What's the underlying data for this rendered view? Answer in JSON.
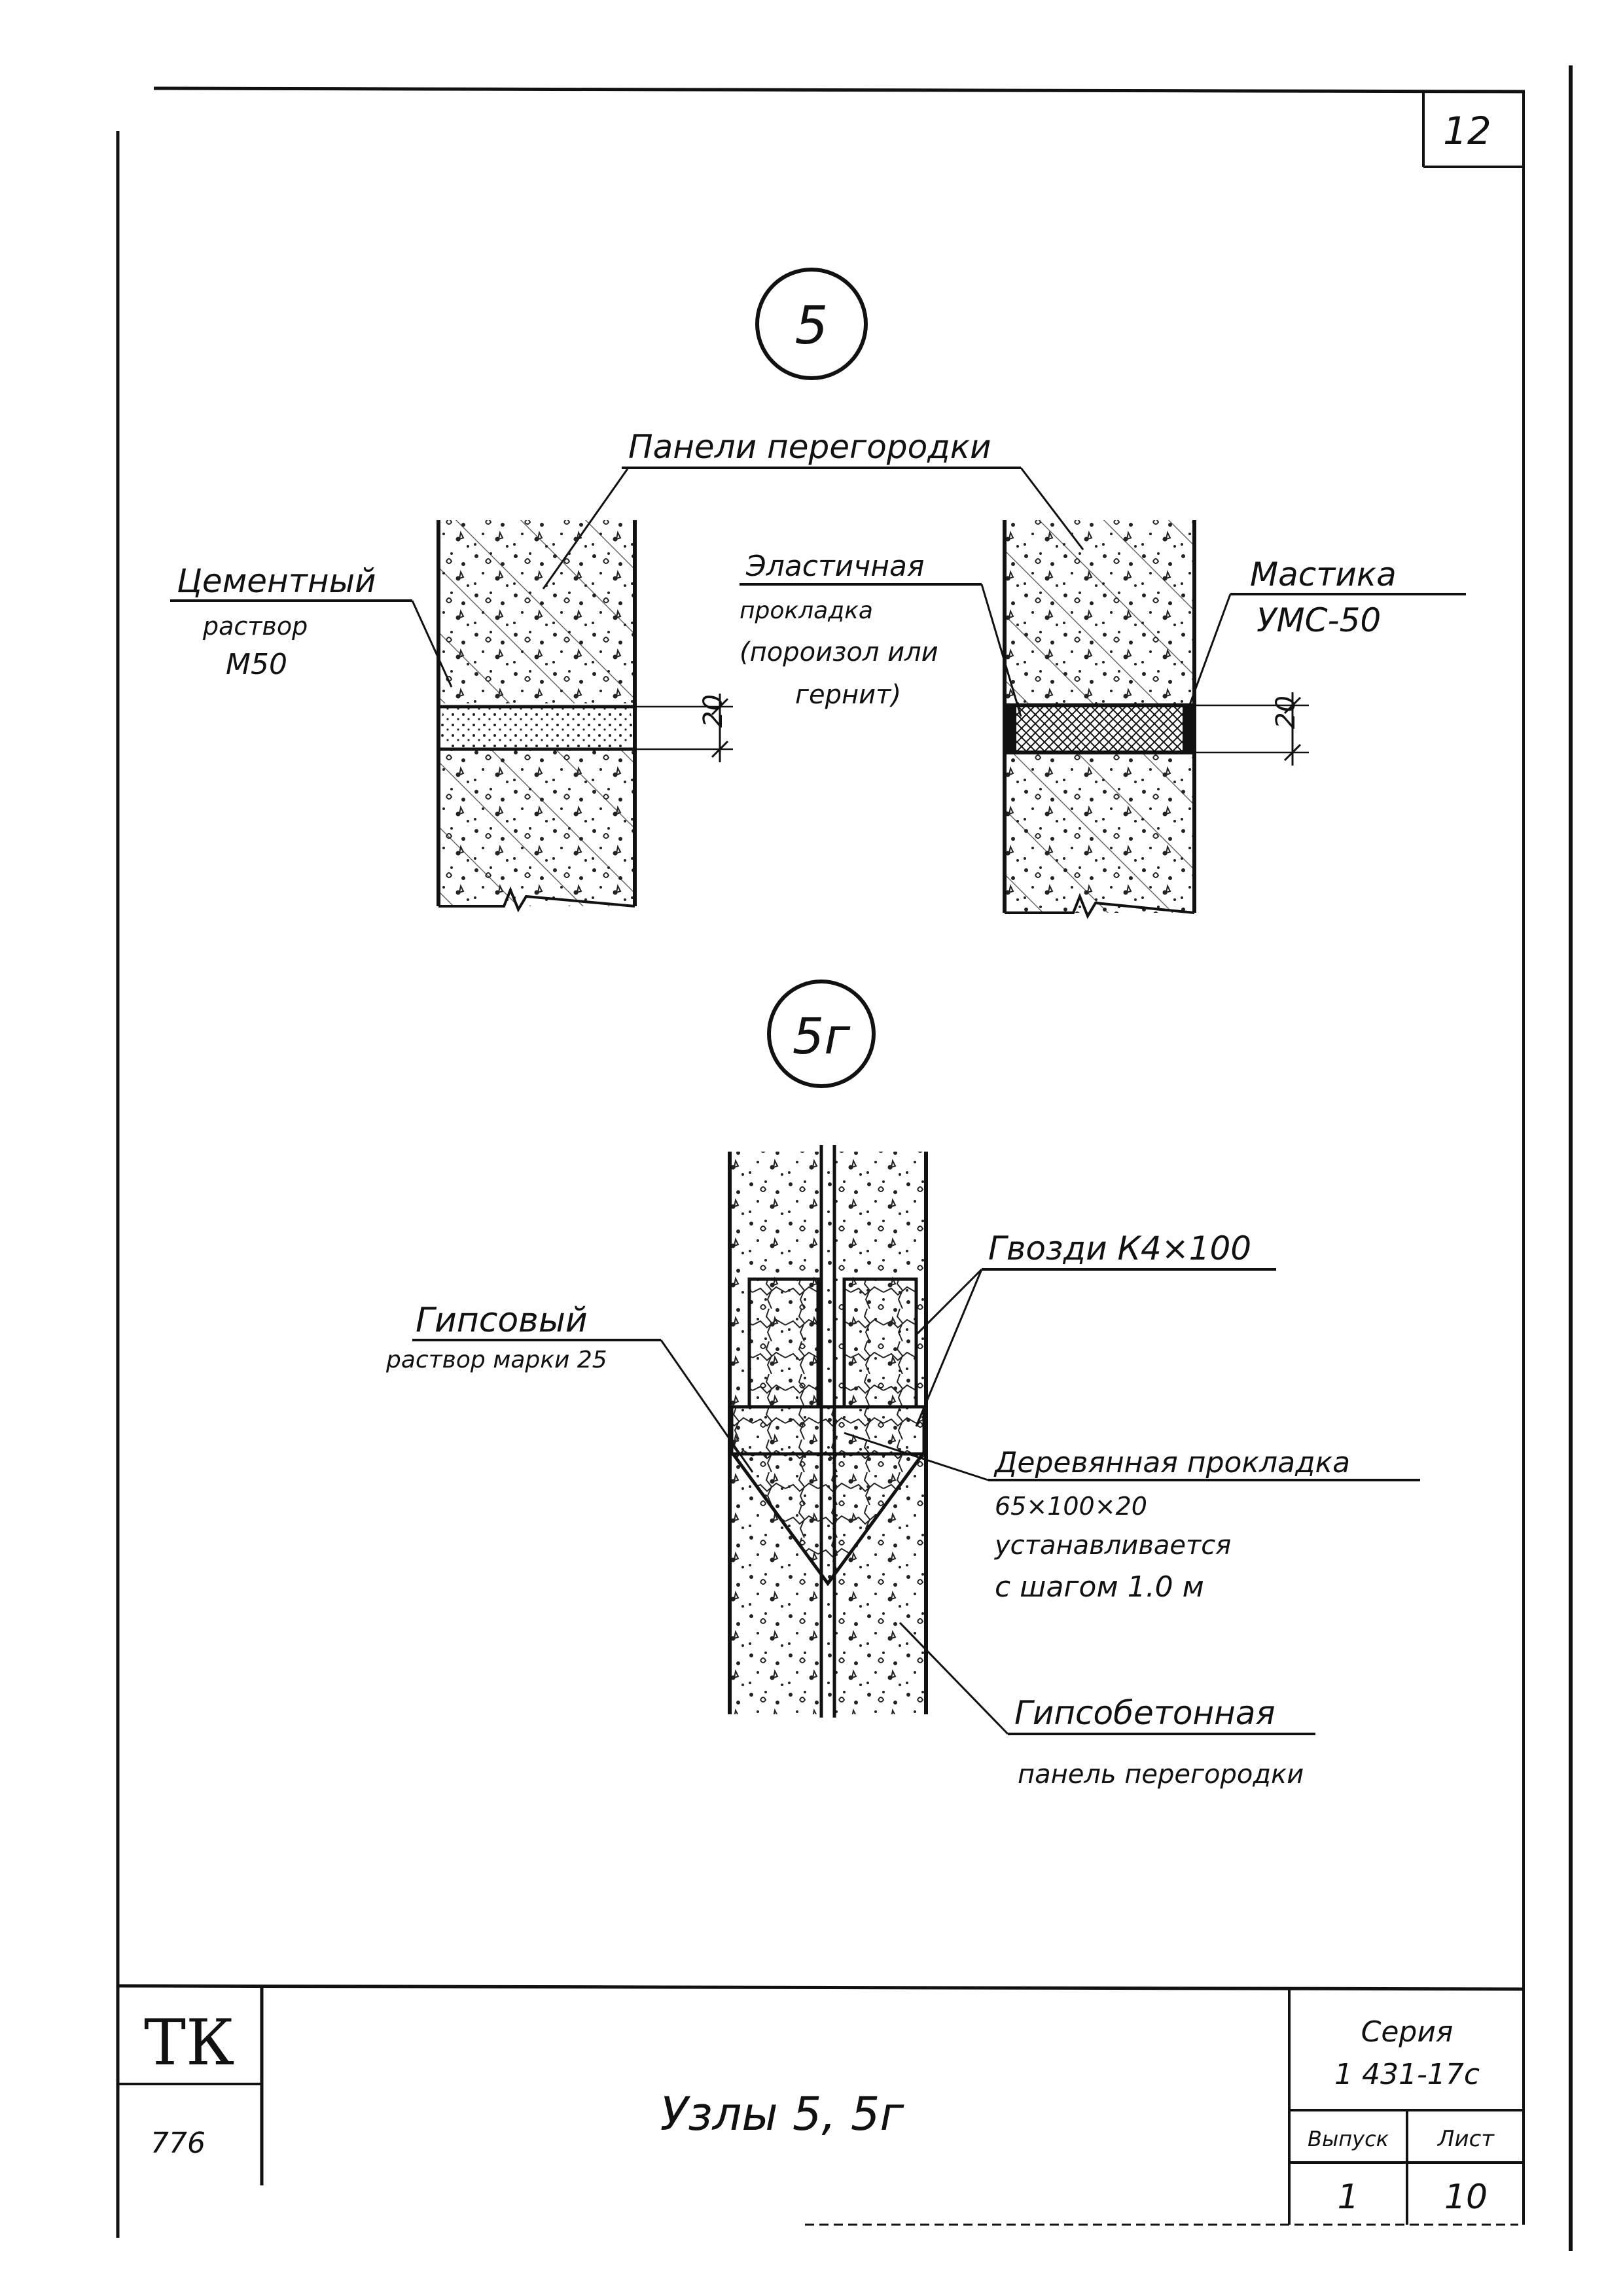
{
  "sheet": {
    "page_number": "12",
    "stamp": "ТК",
    "side_number": "776",
    "title": "Узлы 5, 5г",
    "series_label": "Серия",
    "series_value": "1 431-17с",
    "issue_label": "Выпуск",
    "sheet_label": "Лист",
    "issue_value": "1",
    "sheet_value": "10"
  },
  "node5": {
    "marker": "5",
    "panels_label": "Панели перегородки",
    "cement_line1": "Цементный",
    "cement_line2": "раствор",
    "cement_line3": "М50",
    "elastic_line1": "Эластичная",
    "elastic_line2": "прокладка",
    "elastic_line3": "(пороизол или",
    "elastic_line4": "гернит)",
    "mastic_line1": "Мастика",
    "mastic_line2": "УМС-50",
    "dim_left": "20",
    "dim_right": "20"
  },
  "node5g": {
    "marker": "5г",
    "nails": "Гвозди К4×100",
    "gypsum_line1": "Гипсовый",
    "gypsum_line2": "раствор марки 25",
    "wood_line1": "Деревянная прокладка",
    "wood_line2": "65×100×20",
    "wood_line3": "устанавливается",
    "wood_line4": "с шагом 1.0 м",
    "panel_line1": "Гипсобетонная",
    "panel_line2": "панель перегородки"
  }
}
